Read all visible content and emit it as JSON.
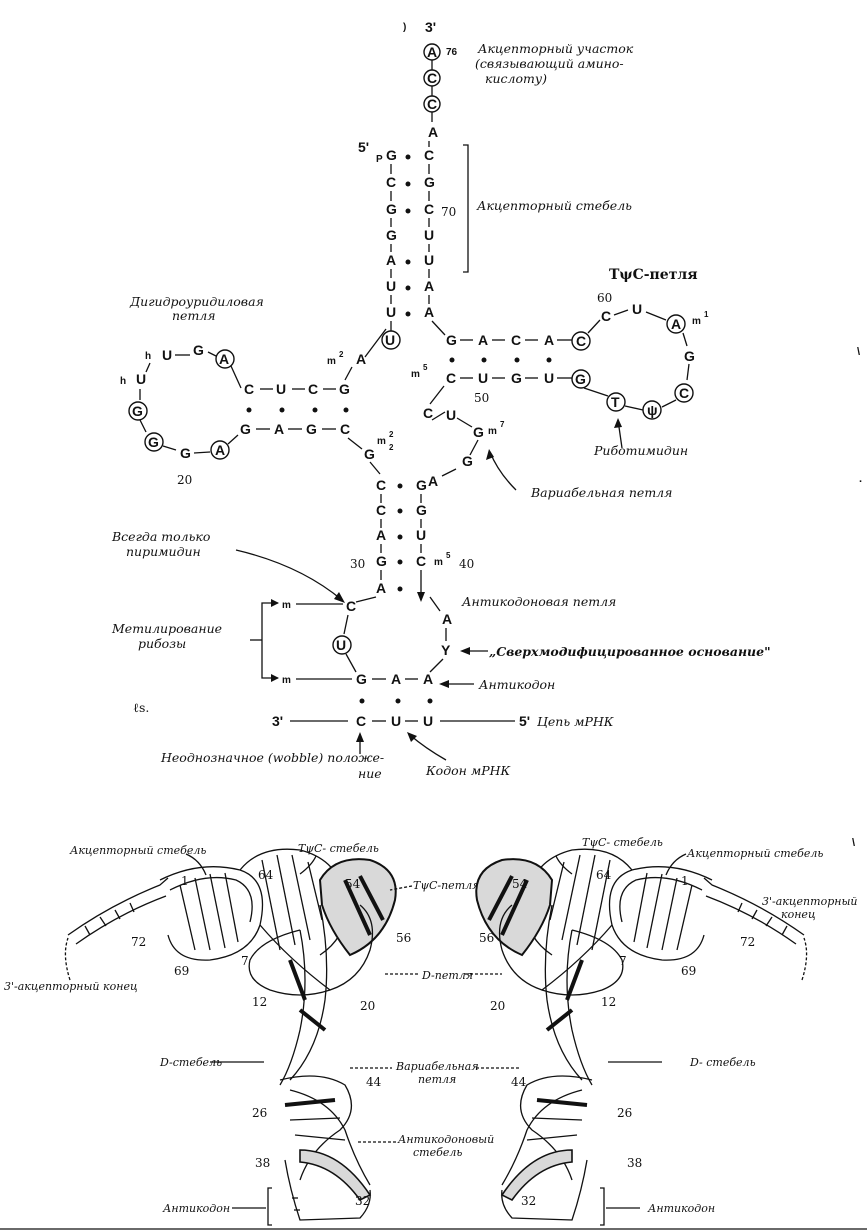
{
  "top": {
    "acceptor_site_label": "Акцепторный участок",
    "acceptor_site_label2": "(связывающий амино-",
    "acceptor_site_label3": "кислоту)",
    "acceptor_stem_label": "Акцепторный стебель",
    "tpsic_loop_label": "TψC-петля",
    "dhu_loop_label": "Дигидроуридиловая",
    "dhu_loop_label2": "петля",
    "ribothymidine_label": "Риботимидин",
    "variable_loop_label": "Вариабельная петля",
    "pyrimidine_label": "Всегда только",
    "pyrimidine_label2": "пиримидин",
    "anticodon_loop_label": "Антикодоновая петля",
    "ribose_methylation_label": "Метилирование",
    "ribose_methylation_label2": "рибозы",
    "hypermodified_label": "„Сверхмодифицированное основание\"",
    "anticodon_label": "Антикодон",
    "mrna_label": "Цепь мРНК",
    "wobble_label": "Неоднозначное (wobble) положе-",
    "wobble_label2": "ние",
    "codon_label": "Кодон мРНК",
    "three_prime": "3'",
    "five_prime": "5'",
    "five_prime_mrna": "5'",
    "three_prime_mrna": "3'",
    "stray_mark": "ℓs."
  },
  "bottom": {
    "left": {
      "acceptor_stem": "Акцепторный стебель",
      "tpsic_stem": "TψC- стебель",
      "tpsic_loop": "TψC-петля",
      "acceptor_end": "3'-акцепторный конец",
      "d_loop": "D-петля",
      "d_stem": "D-стебель",
      "variable_loop": "Вариабельная",
      "variable_loop2": "петля",
      "anticodon_stem": "Антикодоновый",
      "anticodon_stem2": "стебель",
      "anticodon": "Антикодон"
    },
    "right": {
      "tpsic_stem": "TψC- стебель",
      "acceptor_stem": "Акцепторный стебель",
      "acceptor_end": "3'-акцепторный",
      "acceptor_end2": "конец",
      "d_stem": "D- стебель",
      "anticodon": "Антикодон"
    }
  }
}
